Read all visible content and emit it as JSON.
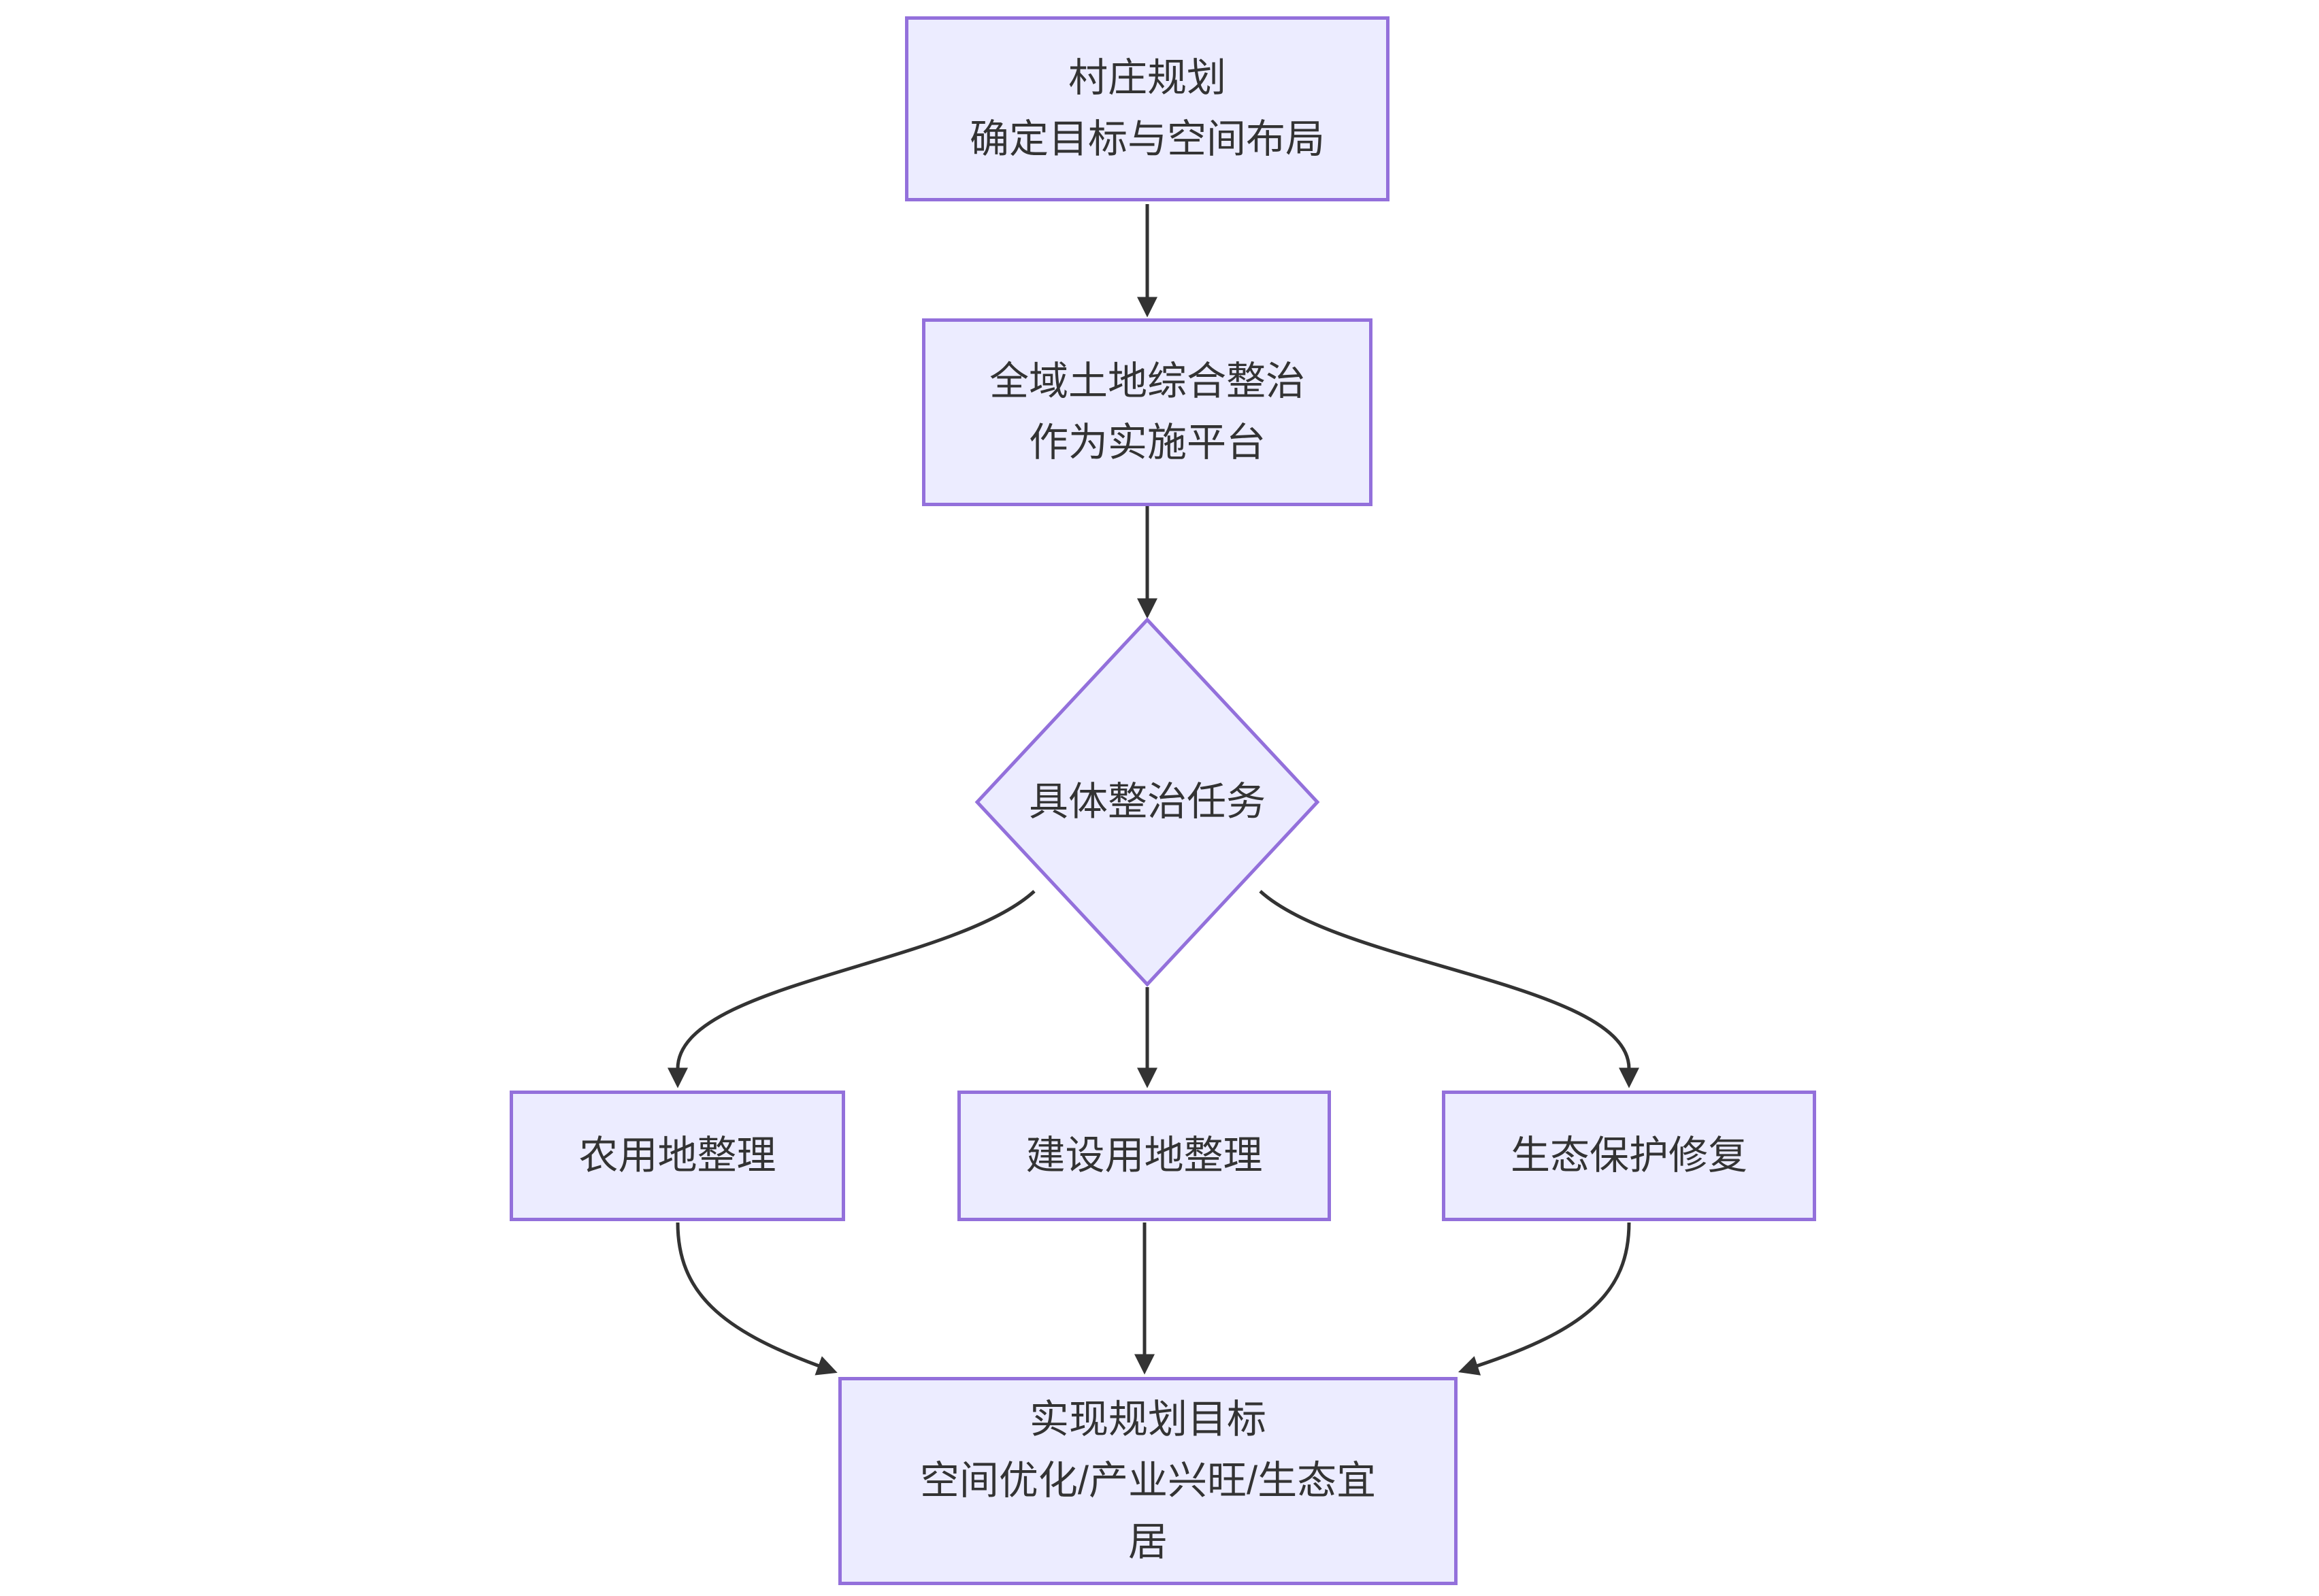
{
  "diagram": {
    "type": "flowchart",
    "direction": "top-down",
    "colors": {
      "node_fill": "#ECECFF",
      "node_border": "#9370DB",
      "edge_line": "#333333",
      "text": "#333333",
      "background": "#ffffff"
    },
    "nodes": {
      "village_plan": {
        "shape": "rect",
        "lines": [
          "村庄规划",
          "确定目标与空间布局"
        ]
      },
      "platform": {
        "shape": "rect",
        "lines": [
          "全域土地综合整治",
          "作为实施平台"
        ]
      },
      "decision": {
        "shape": "diamond",
        "label": "具体整治任务"
      },
      "agricultural_land": {
        "shape": "rect",
        "label": "农用地整理"
      },
      "construction_land": {
        "shape": "rect",
        "label": "建设用地整理"
      },
      "eco_restoration": {
        "shape": "rect",
        "label": "生态保护修复"
      },
      "goal": {
        "shape": "rect",
        "lines": [
          "实现规划目标",
          "空间优化/产业兴旺/生态宜",
          "居"
        ]
      }
    },
    "edges": [
      {
        "from": "village_plan",
        "to": "platform"
      },
      {
        "from": "platform",
        "to": "decision"
      },
      {
        "from": "decision",
        "to": "agricultural_land"
      },
      {
        "from": "decision",
        "to": "construction_land"
      },
      {
        "from": "decision",
        "to": "eco_restoration"
      },
      {
        "from": "agricultural_land",
        "to": "goal"
      },
      {
        "from": "construction_land",
        "to": "goal"
      },
      {
        "from": "eco_restoration",
        "to": "goal"
      }
    ]
  }
}
